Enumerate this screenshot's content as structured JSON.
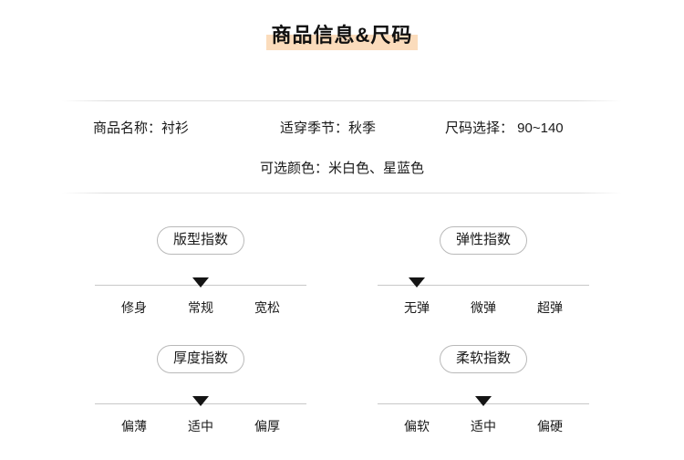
{
  "page": {
    "title": "商品信息&尺码",
    "title_highlight_color": "#fbdcbc",
    "background_color": "#ffffff",
    "text_color": "#1a1a1a",
    "divider_color": "#dedede"
  },
  "info": {
    "row1": [
      {
        "label": "商品名称：",
        "value": "衬衫",
        "text": "商品名称：衬衫"
      },
      {
        "label": "适穿季节：",
        "value": "秋季",
        "text": "适穿季节：秋季"
      },
      {
        "label": "尺码选择：",
        "value": "90~140",
        "text": "尺码选择：  90~140"
      }
    ],
    "row2": {
      "label": "可选颜色：",
      "value": "米白色、星蓝色",
      "text": "可选颜色：米白色、星蓝色"
    }
  },
  "indices": [
    {
      "name": "版型指数",
      "labels": [
        "修身",
        "常规",
        "宽松"
      ],
      "selected_index": 1,
      "selected_label": "常规",
      "marker_position": "center"
    },
    {
      "name": "弹性指数",
      "labels": [
        "无弹",
        "微弹",
        "超弹"
      ],
      "selected_index": 0,
      "selected_label": "无弹",
      "marker_position": "left"
    },
    {
      "name": "厚度指数",
      "labels": [
        "偏薄",
        "适中",
        "偏厚"
      ],
      "selected_index": 1,
      "selected_label": "适中",
      "marker_position": "center"
    },
    {
      "name": "柔软指数",
      "labels": [
        "偏软",
        "适中",
        "偏硬"
      ],
      "selected_index": 1,
      "selected_label": "适中",
      "marker_position": "center"
    }
  ]
}
